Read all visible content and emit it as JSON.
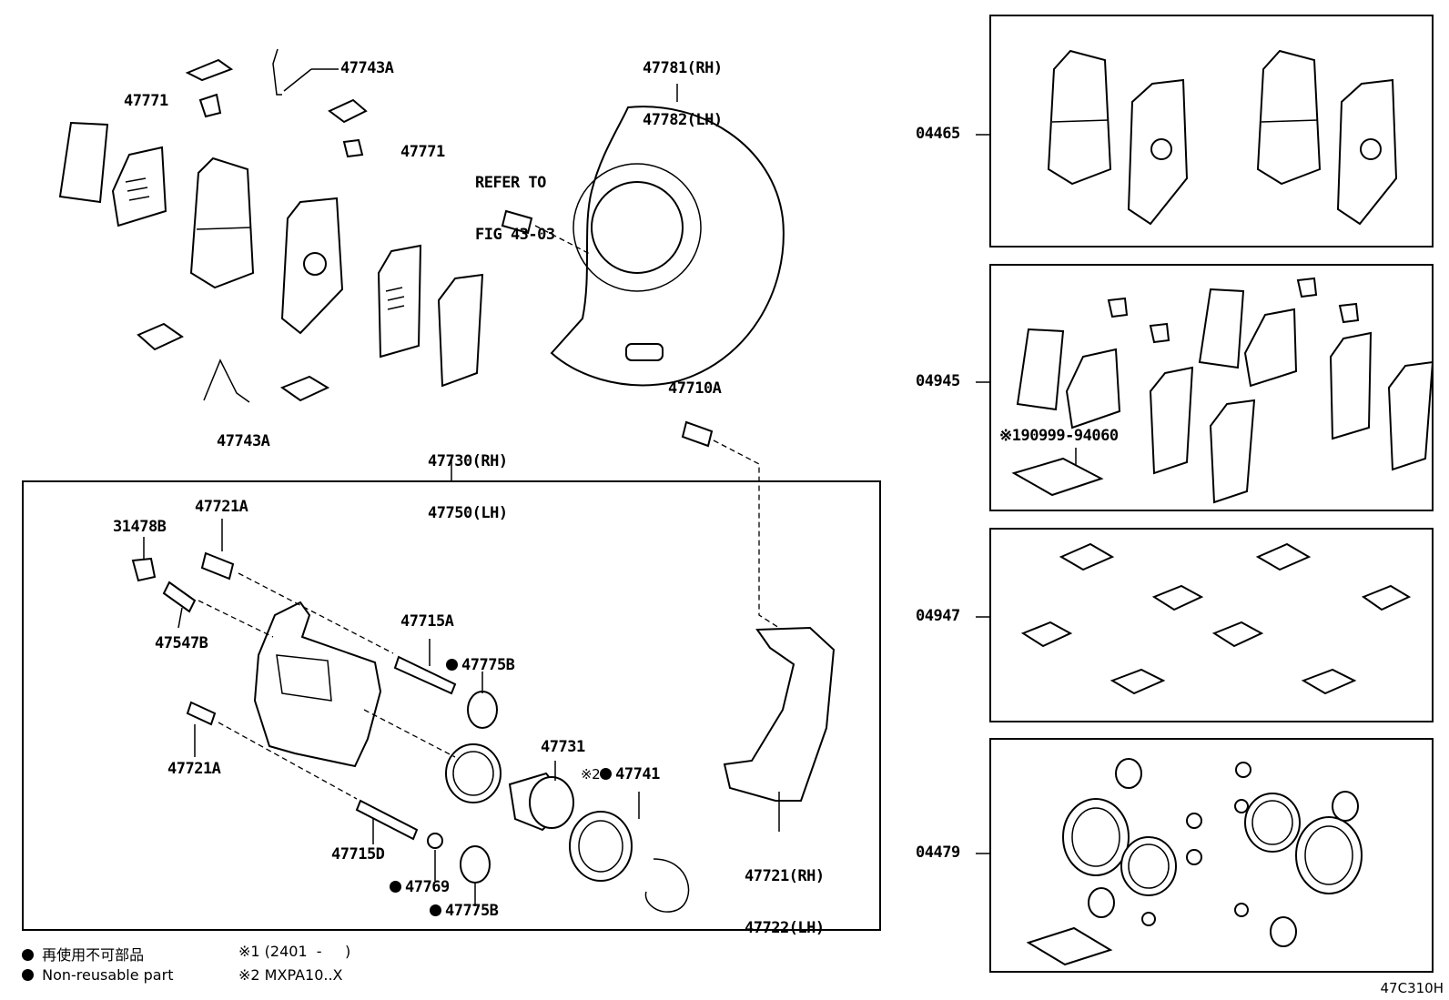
{
  "labels": {
    "p47781": "47781(RH)",
    "p47782": "47782(LH)",
    "p47743a_top": "47743A",
    "p47771_a": "47771",
    "p47771_b": "47771",
    "refer_to": "REFER TO",
    "fig": "FIG 43-03",
    "p47743a_bot": "47743A",
    "p47710a": "47710A",
    "p47730": "47730(RH)",
    "p47750": "47750(LH)",
    "p31478b": "31478B",
    "p47721a_top": "47721A",
    "p47547b": "47547B",
    "p47715a": "47715A",
    "p47775b_a": "47775B",
    "p47721a_bot": "47721A",
    "p47731": "47731",
    "note2_mark": "※2",
    "p47741": "47741",
    "p47715d": "47715D",
    "p47769": "47769",
    "p47775b_b": "47775B",
    "p47721": "47721(RH)",
    "p47722": "47722(LH)",
    "p190999": "※190999-94060"
  },
  "kits": [
    {
      "code": "04465"
    },
    {
      "code": "04945"
    },
    {
      "code": "04947"
    },
    {
      "code": "04479"
    }
  ],
  "legend": {
    "jp": "再使用不可部品",
    "en": "Non-reusable part",
    "note1": "※1 (2401  -     )",
    "note2": "※2 MXPA10..X"
  },
  "figure_code": "47C310H"
}
